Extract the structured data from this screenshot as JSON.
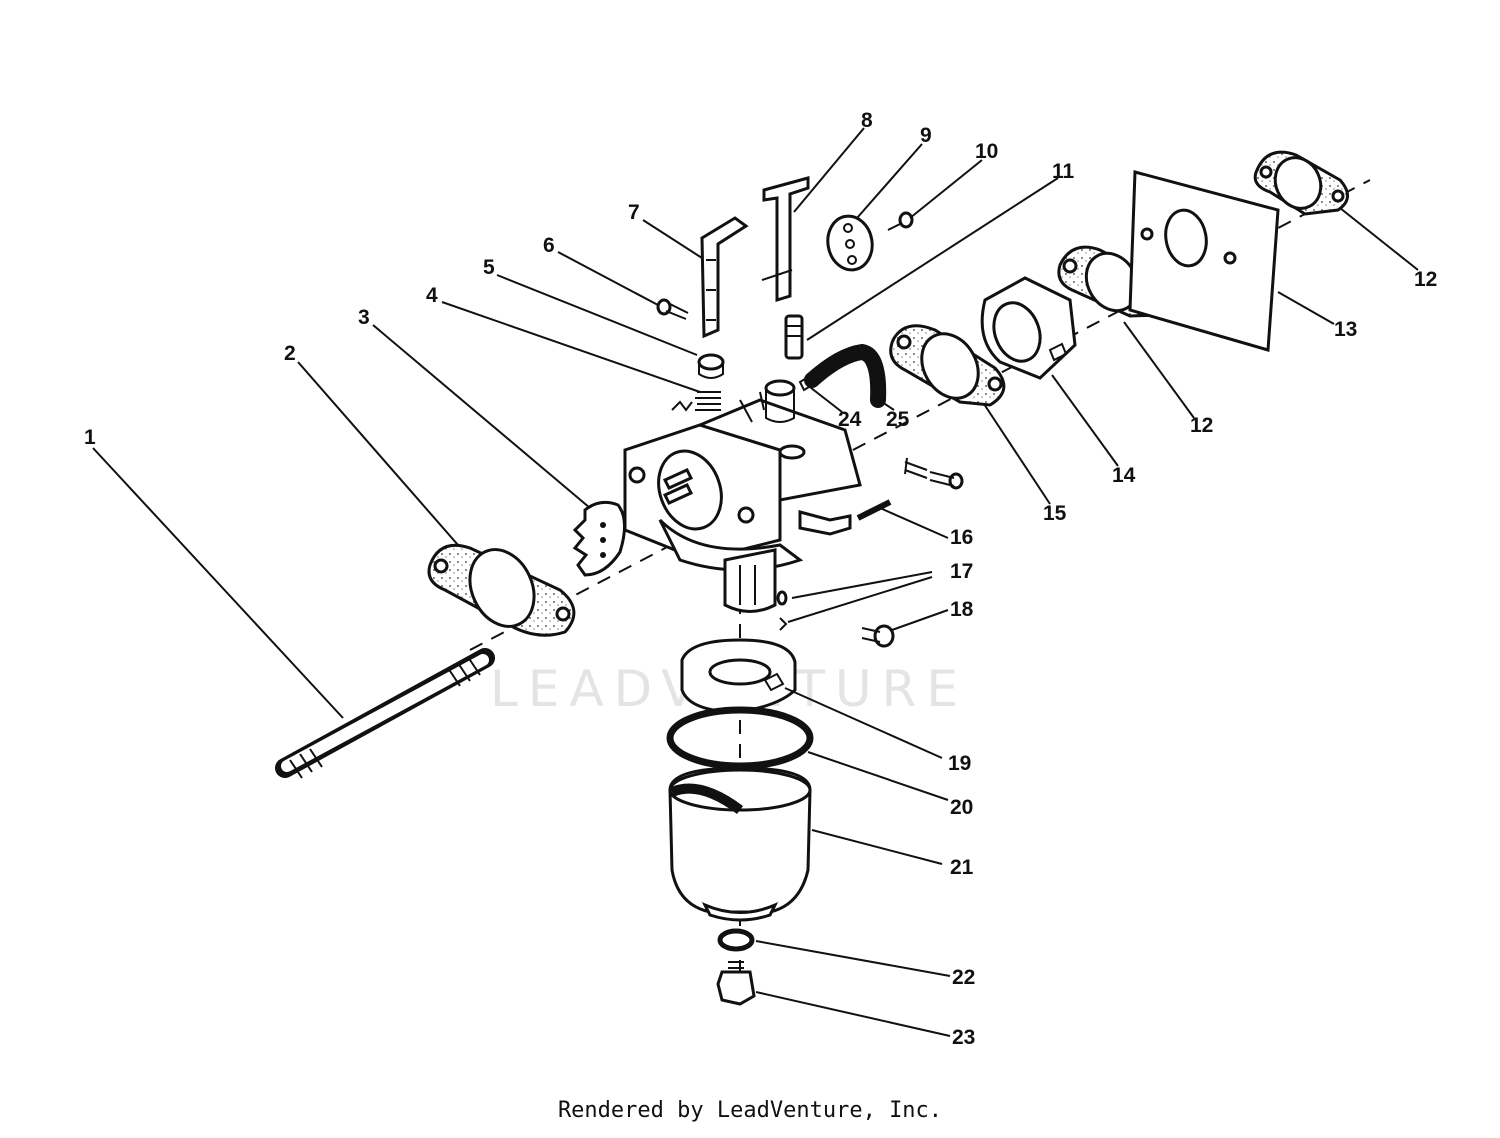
{
  "watermark": "LEADVENTURE",
  "credit": "Rendered by LeadVenture, Inc.",
  "callouts": {
    "c1": "1",
    "c2": "2",
    "c3": "3",
    "c4": "4",
    "c5": "5",
    "c6": "6",
    "c7": "7",
    "c8": "8",
    "c9": "9",
    "c10": "10",
    "c11": "11",
    "c12a": "12",
    "c12b": "12",
    "c13": "13",
    "c14": "14",
    "c15": "15",
    "c16": "16",
    "c17": "17",
    "c18": "18",
    "c19": "19",
    "c20": "20",
    "c21": "21",
    "c22": "22",
    "c23": "23",
    "c24": "24",
    "c25": "25"
  },
  "colors": {
    "ink": "#111111",
    "paper": "#ffffff",
    "watermark": "#e4e4e4"
  }
}
